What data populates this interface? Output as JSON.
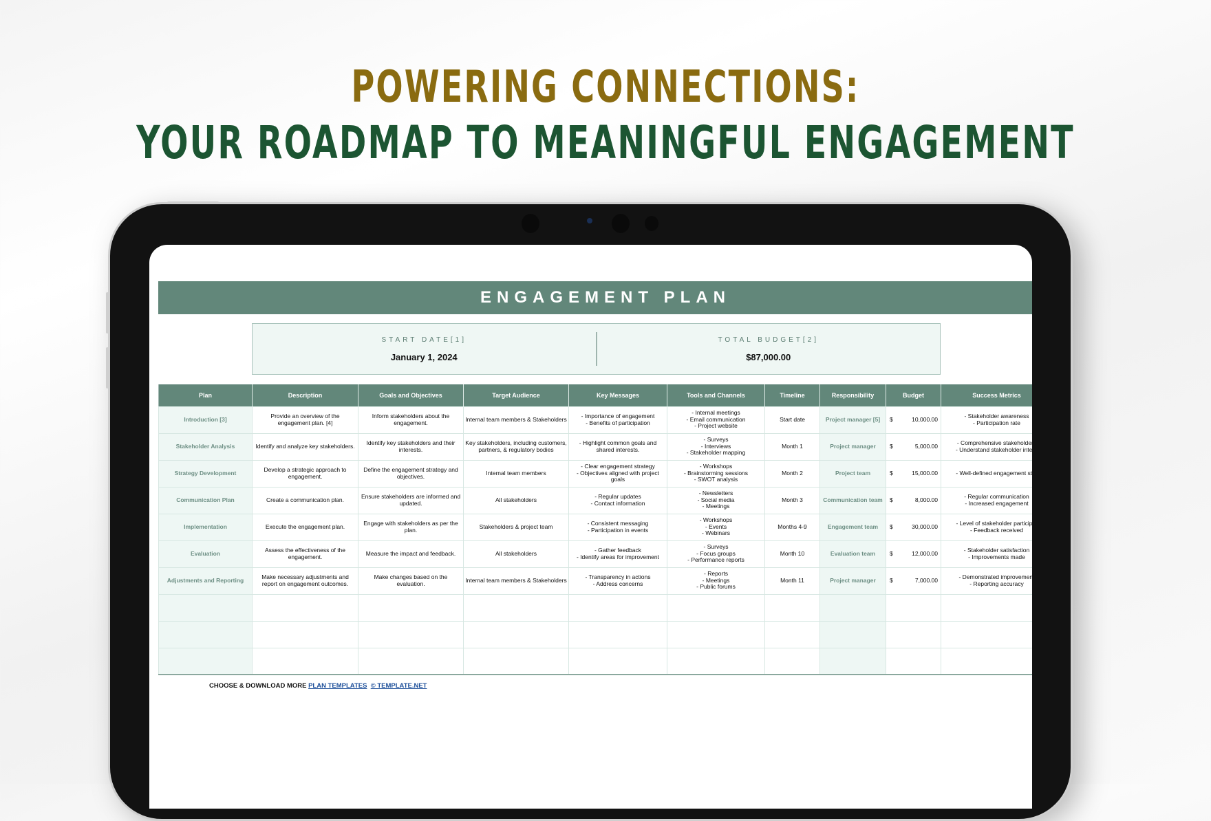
{
  "headline": {
    "line1": "POWERING CONNECTIONS:",
    "line2": "YOUR ROADMAP TO MEANINGFUL ENGAGEMENT"
  },
  "sheet": {
    "title": "ENGAGEMENT PLAN",
    "start_date_label": "START DATE[1]",
    "start_date": "January 1, 2024",
    "total_budget_label": "TOTAL BUDGET[2]",
    "total_budget": "$87,000.00",
    "columns": [
      "Plan",
      "Description",
      "Goals and Objectives",
      "Target Audience",
      "Key Messages",
      "Tools and Channels",
      "Timeline",
      "Responsibility",
      "Budget",
      "Success Metrics"
    ],
    "rows": [
      {
        "plan": "Introduction [3]",
        "description": "Provide an overview of the\nengagement plan. [4]",
        "goals": "Inform stakeholders about the\nengagement.",
        "audience": "Internal team members & Stakeholders",
        "messages": "- Importance of engagement\n- Benefits of participation",
        "tools": "- Internal meetings\n- Email communication\n- Project website",
        "timeline": "Start date",
        "responsibility": "Project manager [5]",
        "currency": "$",
        "budget": "10,000.00",
        "metrics": "- Stakeholder awareness\n- Participation rate"
      },
      {
        "plan": "Stakeholder Analysis",
        "description": "Identify and analyze key stakeholders.",
        "goals": "Identify key stakeholders and their\ninterests.",
        "audience": "Key stakeholders, including customers,\npartners, & regulatory bodies",
        "messages": "- Highlight common goals and\nshared interests.",
        "tools": "- Surveys\n- Interviews\n- Stakeholder mapping",
        "timeline": "Month 1",
        "responsibility": "Project manager",
        "currency": "$",
        "budget": "5,000.00",
        "metrics": "- Comprehensive stakeholder l\n- Understand stakeholder intere"
      },
      {
        "plan": "Strategy Development",
        "description": "Develop a strategic approach to\nengagement.",
        "goals": "Define the engagement strategy and\nobjectives.",
        "audience": "Internal team members",
        "messages": "- Clear engagement strategy\n- Objectives aligned with project\ngoals",
        "tools": "- Workshops\n- Brainstorming sessions\n- SWOT analysis",
        "timeline": "Month 2",
        "responsibility": "Project team",
        "currency": "$",
        "budget": "15,000.00",
        "metrics": "- Well-defined engagement stra"
      },
      {
        "plan": "Communication Plan",
        "description": "Create a communication plan.",
        "goals": "Ensure stakeholders are informed and\nupdated.",
        "audience": "All stakeholders",
        "messages": "- Regular updates\n- Contact information",
        "tools": "- Newsletters\n- Social media\n- Meetings",
        "timeline": "Month 3",
        "responsibility": "Communication team",
        "currency": "$",
        "budget": "8,000.00",
        "metrics": "- Regular communication\n- Increased engagement"
      },
      {
        "plan": "Implementation",
        "description": "Execute the engagement plan.",
        "goals": "Engage with stakeholders as per the\nplan.",
        "audience": "Stakeholders & project team",
        "messages": "- Consistent messaging\n- Participation in events",
        "tools": "- Workshops\n- Events\n- Webinars",
        "timeline": "Months 4-9",
        "responsibility": "Engagement team",
        "currency": "$",
        "budget": "30,000.00",
        "metrics": "- Level of stakeholder participat\n- Feedback received"
      },
      {
        "plan": "Evaluation",
        "description": "Assess the effectiveness of the\nengagement.",
        "goals": "Measure the impact and feedback.",
        "audience": "All stakeholders",
        "messages": "- Gather feedback\n- Identify areas for improvement",
        "tools": "- Surveys\n- Focus groups\n- Performance reports",
        "timeline": "Month 10",
        "responsibility": "Evaluation team",
        "currency": "$",
        "budget": "12,000.00",
        "metrics": "- Stakeholder satisfaction\n- Improvements made"
      },
      {
        "plan": "Adjustments and Reporting",
        "description": "Make necessary adjustments and\nreport on engagement outcomes.",
        "goals": "Make changes based on the\nevaluation.",
        "audience": "Internal team members & Stakeholders",
        "messages": "- Transparency in actions\n- Address concerns",
        "tools": "- Reports\n- Meetings\n- Public forums",
        "timeline": "Month 11",
        "responsibility": "Project manager",
        "currency": "$",
        "budget": "7,000.00",
        "metrics": "- Demonstrated improvement\n- Reporting accuracy"
      }
    ],
    "empty_rows": 3,
    "footer": {
      "text": "CHOOSE & DOWNLOAD MORE ",
      "link1": "PLAN TEMPLATES",
      "link2": "© TEMPLATE.NET"
    }
  },
  "colors": {
    "headline_gold": "#8a6b10",
    "headline_green": "#1c5532",
    "sheet_green": "#62877a",
    "cell_tint": "#eef7f4"
  }
}
